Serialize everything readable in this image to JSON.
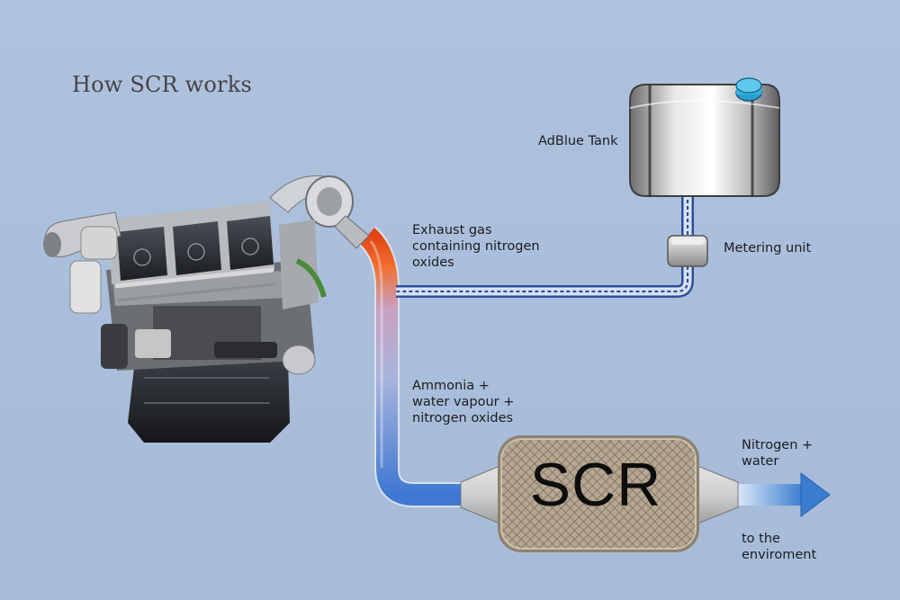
{
  "title": "How SCR works",
  "labels": {
    "adblue_tank": "AdBlue Tank",
    "exhaust": [
      "Exhaust gas",
      "containing nitrogen",
      "oxides"
    ],
    "metering_unit": "Metering unit",
    "ammonia": [
      "Ammonia +",
      "water vapour +",
      "nitrogen oxides"
    ],
    "scr": "SCR",
    "nitrogen_water": [
      "Nitrogen +",
      "water"
    ],
    "environment": [
      "to the",
      "enviroment"
    ]
  },
  "colors": {
    "background": "#a9bedb",
    "exhaust_hot": "#e8521c",
    "exhaust_cool": "#4a7fd0",
    "adblue_line": "#2e4f9c"
  }
}
